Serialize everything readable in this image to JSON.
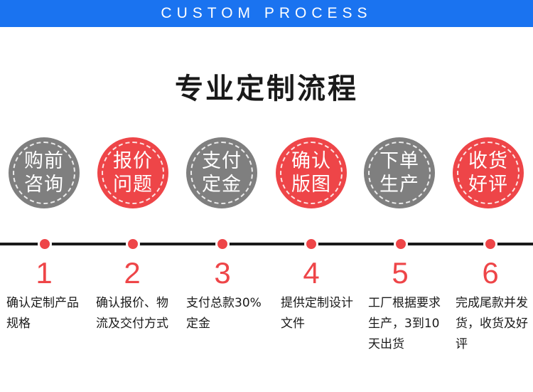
{
  "banner": {
    "text": "CUSTOM PROCESS"
  },
  "title": "专业定制流程",
  "steps": [
    {
      "line1": "购前",
      "line2": "咨询",
      "number": "1",
      "description": "确认定制产品规格",
      "color": "#7f7f7f"
    },
    {
      "line1": "报价",
      "line2": "问题",
      "number": "2",
      "description": "确认报价、物流及交付方式",
      "color": "#ee4548"
    },
    {
      "line1": "支付",
      "line2": "定金",
      "number": "3",
      "description": "支付总款30%定金",
      "color": "#7f7f7f"
    },
    {
      "line1": "确认",
      "line2": "版图",
      "number": "4",
      "description": "提供定制设计文件",
      "color": "#ee4548"
    },
    {
      "line1": "下单",
      "line2": "生产",
      "number": "5",
      "description": "工厂根据要求生产，3到10天出货",
      "color": "#7f7f7f"
    },
    {
      "line1": "收货",
      "line2": "好评",
      "number": "6",
      "description": "完成尾款并发货，收货及好评",
      "color": "#ee4548"
    }
  ],
  "colors": {
    "banner": "#1a73f0",
    "accent": "#ee4548",
    "gray": "#7f7f7f",
    "line": "#1a1a1a"
  }
}
